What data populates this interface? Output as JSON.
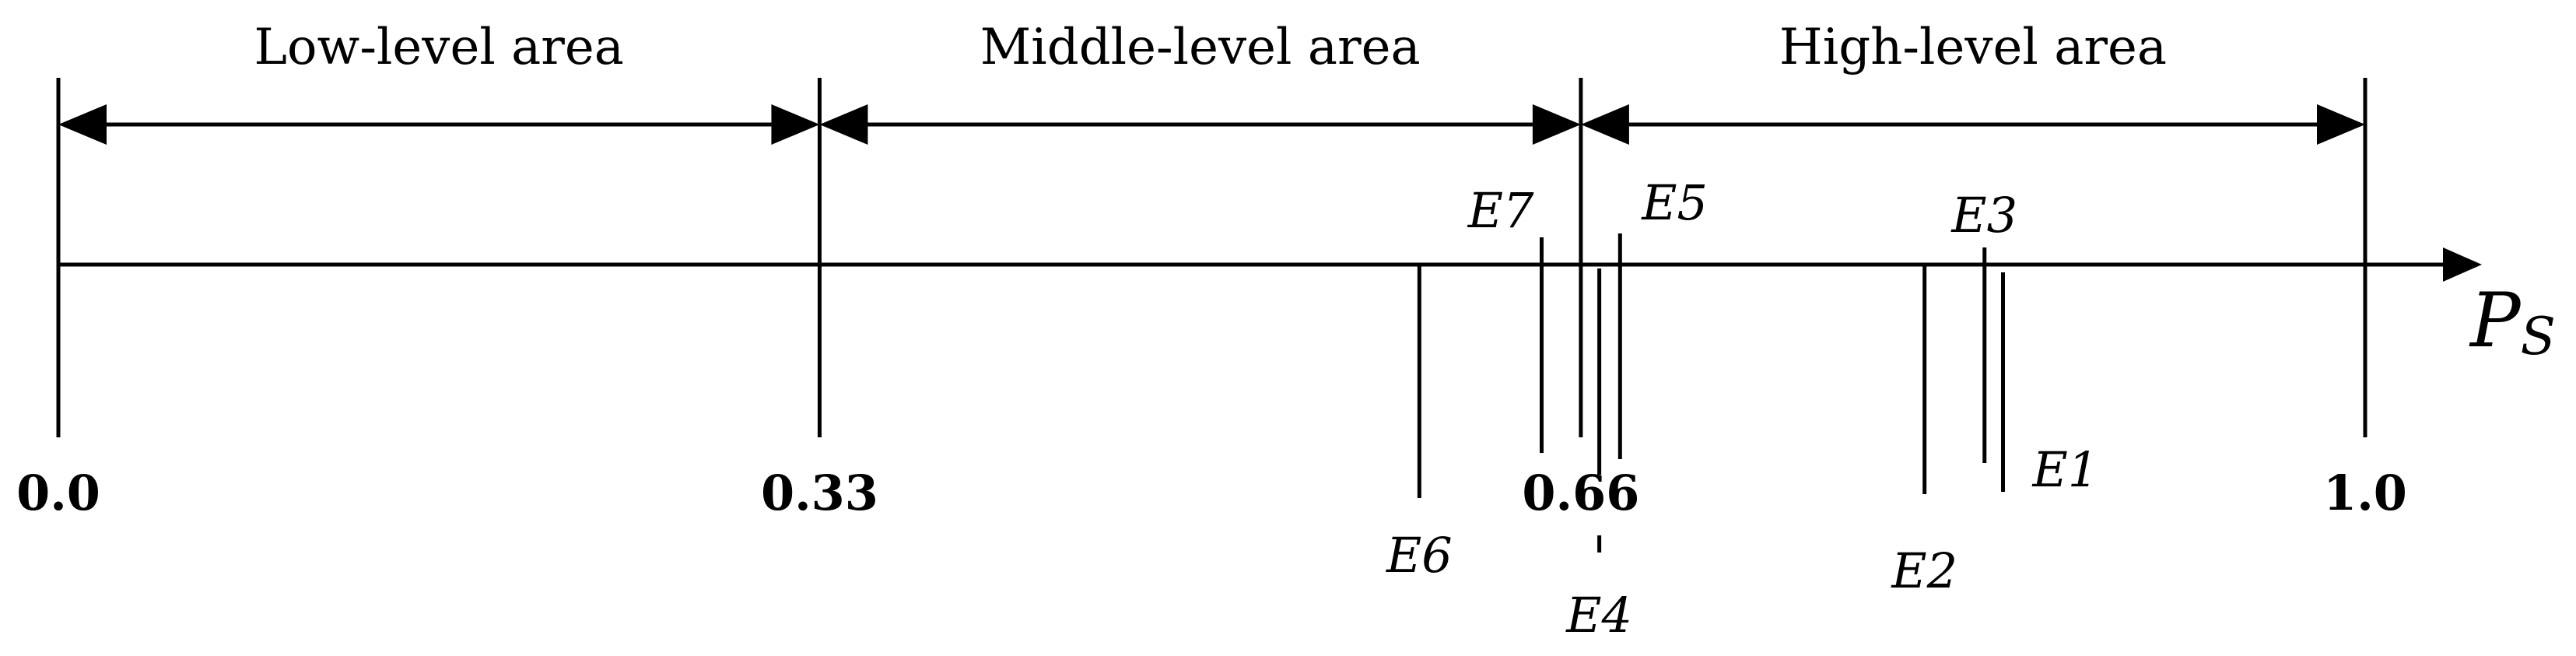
{
  "axis": {
    "title": "P",
    "title_sub": "S",
    "min": 0.0,
    "max": 1.0
  },
  "areas": [
    {
      "label": "Low-level area",
      "from": 0.0,
      "to": 0.33
    },
    {
      "label": "Middle-level area",
      "from": 0.33,
      "to": 0.66
    },
    {
      "label": "High-level area",
      "from": 0.66,
      "to": 1.0
    }
  ],
  "ticks": [
    {
      "value": 0.0,
      "label": "0.0"
    },
    {
      "value": 0.33,
      "label": "0.33"
    },
    {
      "value": 0.66,
      "label": "0.66"
    },
    {
      "value": 1.0,
      "label": "1.0"
    }
  ],
  "markers": [
    {
      "name": "E6",
      "value": 0.59
    },
    {
      "name": "E7",
      "value": 0.643
    },
    {
      "name": "E4",
      "value": 0.668
    },
    {
      "name": "E5",
      "value": 0.677
    },
    {
      "name": "E2",
      "value": 0.809
    },
    {
      "name": "E3",
      "value": 0.835
    },
    {
      "name": "E1",
      "value": 0.843
    }
  ]
}
